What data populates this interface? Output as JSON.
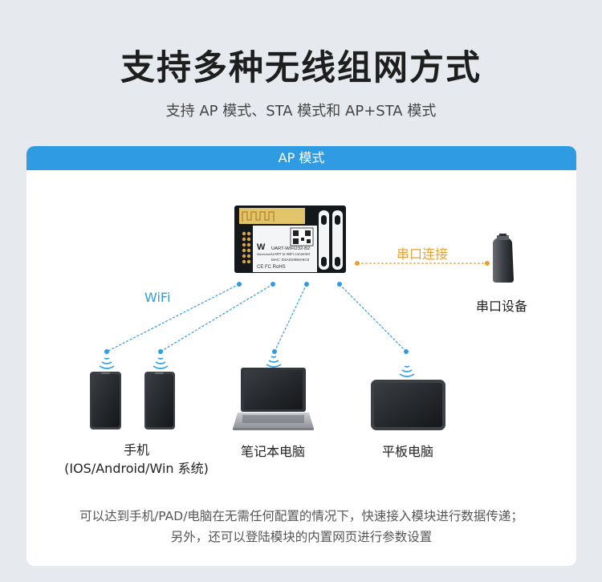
{
  "header": {
    "title": "支持多种无线组网方式",
    "subtitle": "支持 AP 模式、STA 模式和 AP+STA 模式"
  },
  "card": {
    "mode_label": "AP 模式"
  },
  "module": {
    "name": "UART-WIFI232-B2",
    "sub": "UART to WiFi converter",
    "mac": "MAC: D4AD20B6A9C6",
    "brand": "Waveshare",
    "marks": "CE FC RoHS"
  },
  "links": {
    "wifi_label": "WiFi",
    "serial_label": "串口连接"
  },
  "devices": {
    "serial_device": "串口设备",
    "phone_line1": "手机",
    "phone_line2": "(IOS/Android/Win 系统)",
    "laptop": "笔记本电脑",
    "tablet": "平板电脑"
  },
  "description": {
    "line1": "可以达到手机/PAD/电脑在无需任何配置的情况下，快速接入模块进行数据传递；",
    "line2": "另外，还可以登陆模块的内置网页进行参数设置"
  },
  "colors": {
    "accent": "#2f9be3",
    "serial": "#e7a035",
    "background": "#e6eaef"
  }
}
